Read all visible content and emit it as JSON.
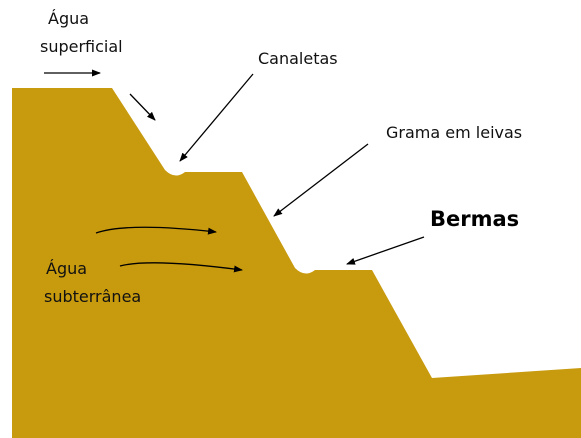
{
  "colors": {
    "soil": "#C89A0E",
    "background": "#FFFFFF",
    "arrows": "#000000",
    "text": "#111111"
  },
  "labels": {
    "surface_water_line1": "Água",
    "surface_water_line2": "superficial",
    "canaletas": "Canaletas",
    "grama_em_leivas": "Grama em leivas",
    "bermas": "Bermas",
    "groundwater_line1": "Água",
    "groundwater_line2": "subterrânea"
  }
}
